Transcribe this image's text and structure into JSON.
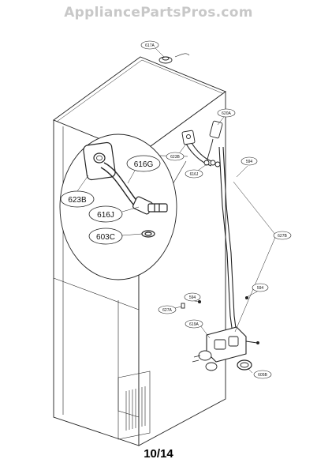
{
  "watermark": "AppliancePartsPros.com",
  "page_number": "10/14",
  "callouts": {
    "c617A": "617A",
    "c620A": "620A",
    "c623B": "623B",
    "c616J": "616J",
    "c594a": "594",
    "c627B": "627B",
    "c594b": "594",
    "c594c": "594",
    "c627A": "627A",
    "c619A": "619A",
    "c605B": "605B"
  },
  "detail": {
    "c616G": "616G",
    "c623B": "623B",
    "c616J": "616J",
    "c603C": "603C"
  }
}
